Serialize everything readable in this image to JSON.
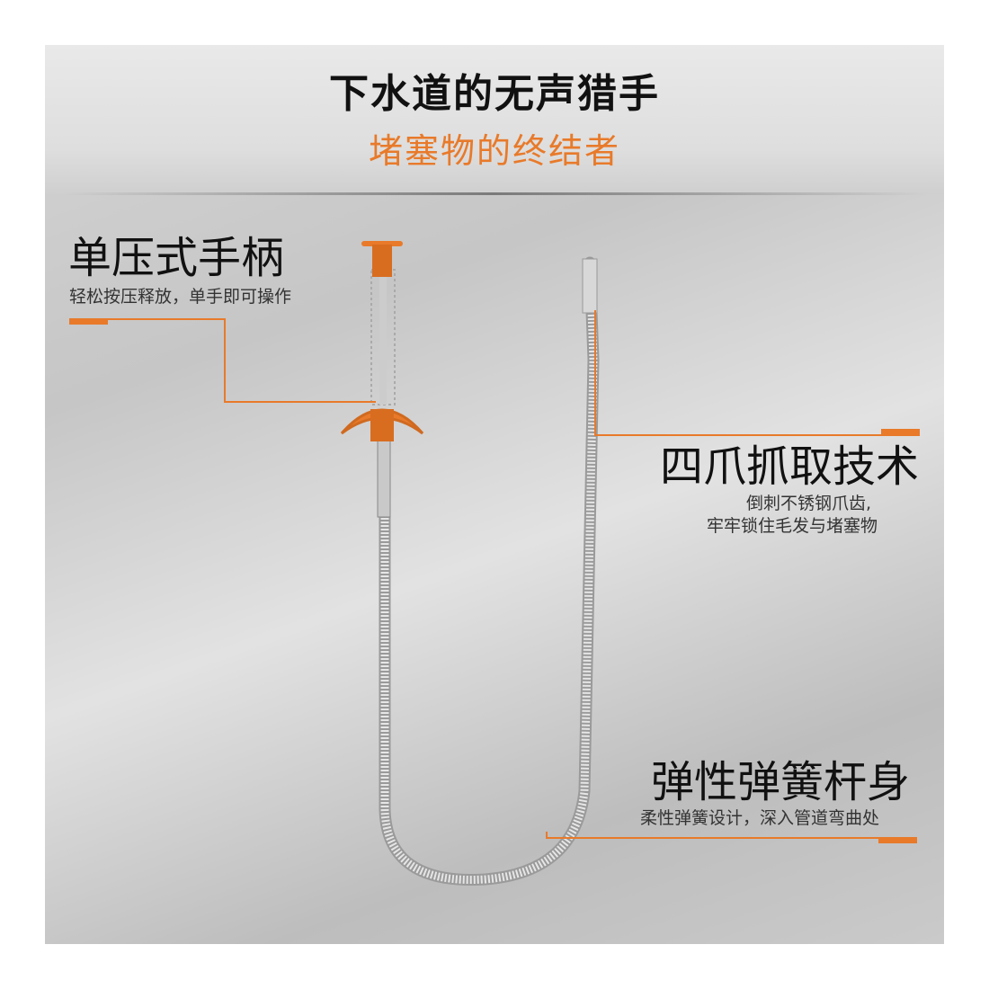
{
  "header": {
    "title": "下水道的无声猎手",
    "subtitle": "堵塞物的终结者"
  },
  "features": [
    {
      "title": "单压式手柄",
      "desc": "轻松按压释放，单手即可操作"
    },
    {
      "title": "四爪抓取技术",
      "desc_line1": "倒刺不锈钢爪齿,",
      "desc_line2": "牢牢锁住毛发与堵塞物"
    },
    {
      "title": "弹性弹簧杆身",
      "desc": "柔性弹簧设计，深入管道弯曲处"
    }
  ],
  "colors": {
    "accent": "#e87a2a",
    "text": "#111111"
  }
}
